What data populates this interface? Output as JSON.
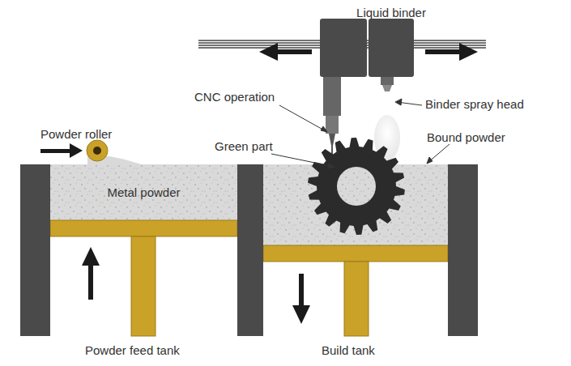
{
  "diagram": {
    "nodes": [
      {
        "text": [
          "Metal powder"
        ]
      }
    ],
    "labels": [
      "Liquid binder",
      "CNC operation",
      "Binder spray head",
      "Powder roller",
      "Green part",
      "Bound powder",
      "Powder feed tank",
      "Build tank"
    ]
  }
}
